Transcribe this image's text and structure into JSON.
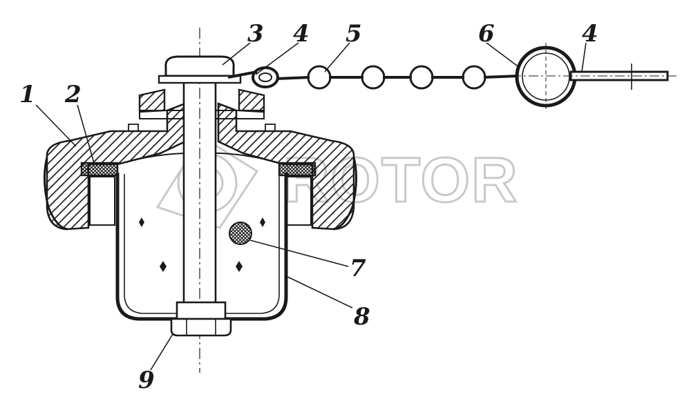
{
  "diagram": {
    "labels": {
      "p1": "1",
      "p2": "2",
      "p3": "3",
      "p4a": "4",
      "p5": "5",
      "p6": "6",
      "p4b": "4",
      "p7": "7",
      "p8": "8",
      "p9": "9"
    },
    "watermark": "ROTOR",
    "colors": {
      "ink": "#1a1a1a",
      "watermark": "#c9c9c9",
      "background": "#ffffff"
    }
  }
}
